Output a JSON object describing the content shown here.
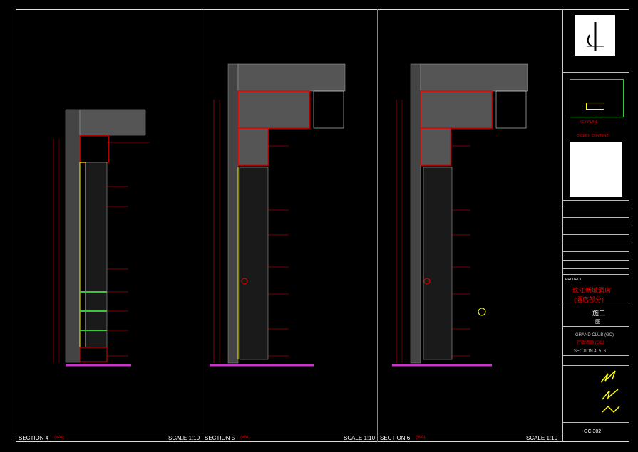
{
  "panels": [
    {
      "label": "SECTION 4",
      "note": "(WA)",
      "scale": "SCALE 1:10"
    },
    {
      "label": "SECTION 5",
      "note": "(WA)",
      "scale": "SCALE 1:10"
    },
    {
      "label": "SECTION 6",
      "note": "(WA)",
      "scale": "SCALE 1:10"
    }
  ],
  "titleblock": {
    "key_plan_title": "KEY PLAN",
    "key_plan_sub": "DESIGN CONTENT",
    "project_label": "PROJECT",
    "project_name_cn": "珠江新城酒店",
    "project_name_cn2": "(酒店部分)",
    "stage_cn": "施工",
    "stage_cn2": "图",
    "drawing_title": "GRAND CLUB (GC)",
    "drawing_title_cn": "行政酒廊 (GC)",
    "drawing_subtitle": "SECTION 4, 5, 6",
    "drawing_no": "GC.302"
  },
  "colors": {
    "frame": "#dddddd",
    "divider": "#22cc22",
    "accent": "#ee0000",
    "highlight": "#ffff00",
    "floor": "#cc33cc"
  }
}
